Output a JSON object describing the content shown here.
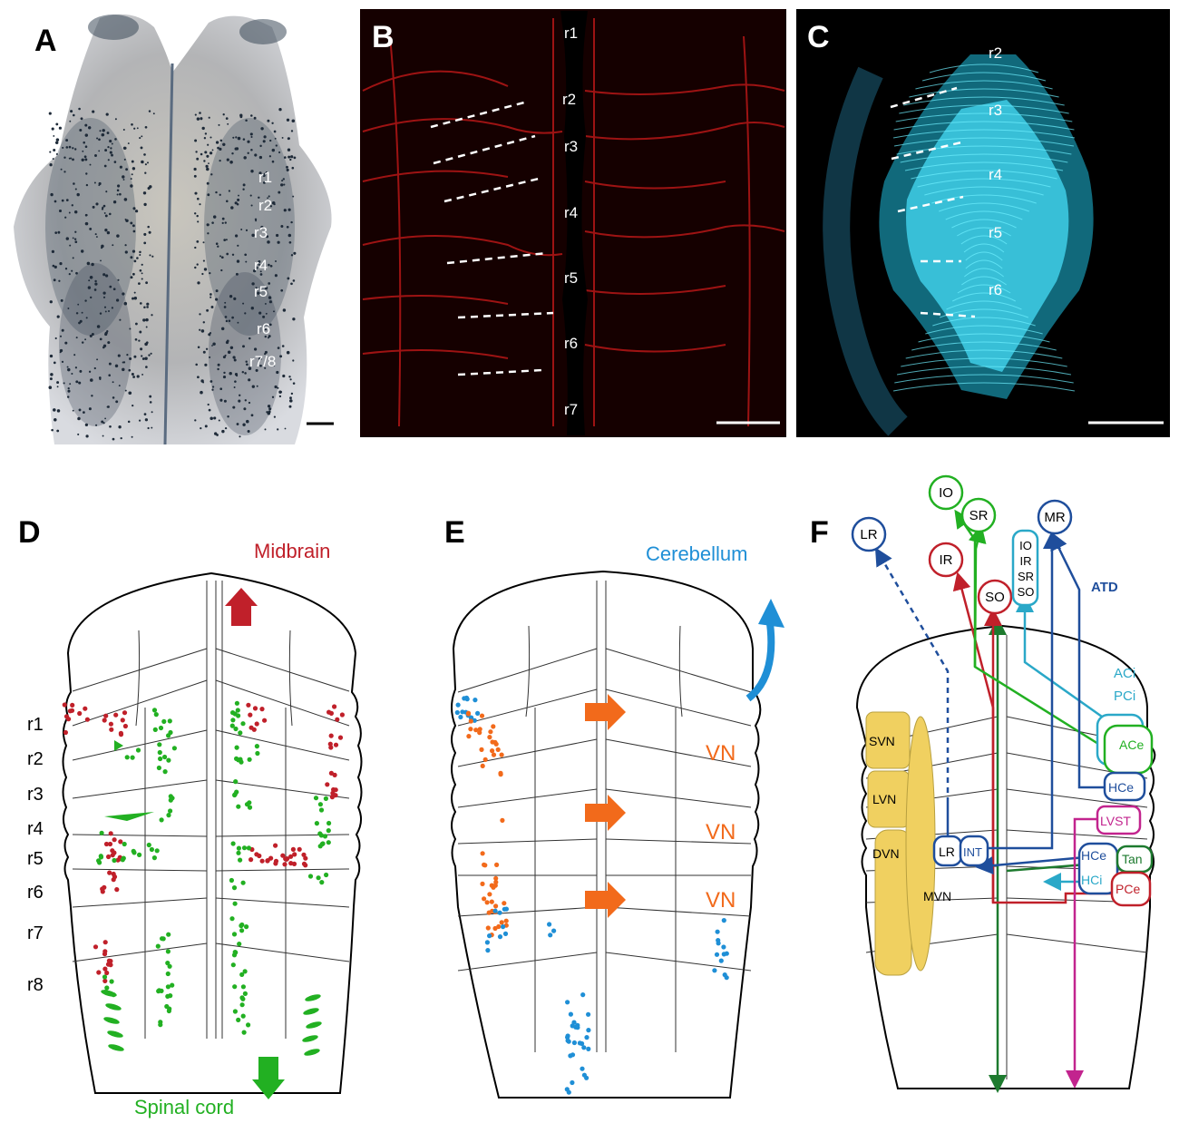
{
  "panels": {
    "A": {
      "letter": "A",
      "rhombomeres": [
        "r1",
        "r2",
        "r3",
        "r4",
        "r5",
        "r6",
        "r7/8"
      ]
    },
    "B": {
      "letter": "B",
      "rhombomeres": [
        "r1",
        "r2",
        "r3",
        "r4",
        "r5",
        "r6",
        "r7"
      ]
    },
    "C": {
      "letter": "C",
      "rhombomeres": [
        "r2",
        "r3",
        "r4",
        "r5",
        "r6"
      ]
    },
    "D": {
      "letter": "D",
      "rhombomeres": [
        "r1",
        "r2",
        "r3",
        "r4",
        "r5",
        "r6",
        "r7",
        "r8"
      ],
      "top_label": "Midbrain",
      "bottom_label": "Spinal cord"
    },
    "E": {
      "letter": "E",
      "top_label": "Cerebellum",
      "vn_labels": [
        "VN",
        "VN",
        "VN"
      ]
    },
    "F": {
      "letter": "F",
      "muscles": [
        "LR",
        "IO",
        "SR",
        "MR",
        "IR",
        "SO"
      ],
      "muscle_stack": [
        "IO",
        "IR",
        "SR",
        "SO"
      ],
      "atd": "ATD",
      "aci": "ACi",
      "pci": "PCi",
      "nuclei": [
        "SVN",
        "LVN",
        "DVN",
        "MVN"
      ],
      "neurons": [
        "LR",
        "INT",
        "ACe",
        "HCe",
        "LVST",
        "HCe",
        "Tan",
        "HCi",
        "PCe"
      ]
    }
  },
  "colors": {
    "red": "#c0202a",
    "green": "#22b022",
    "dark_green": "#1d7a2e",
    "blue": "#1f4e9c",
    "cyan": "#2aa8c8",
    "magenta": "#c2248e",
    "orange": "#f26a1b",
    "light_blue": "#1f8fd6",
    "yellow": "#f0d060"
  }
}
